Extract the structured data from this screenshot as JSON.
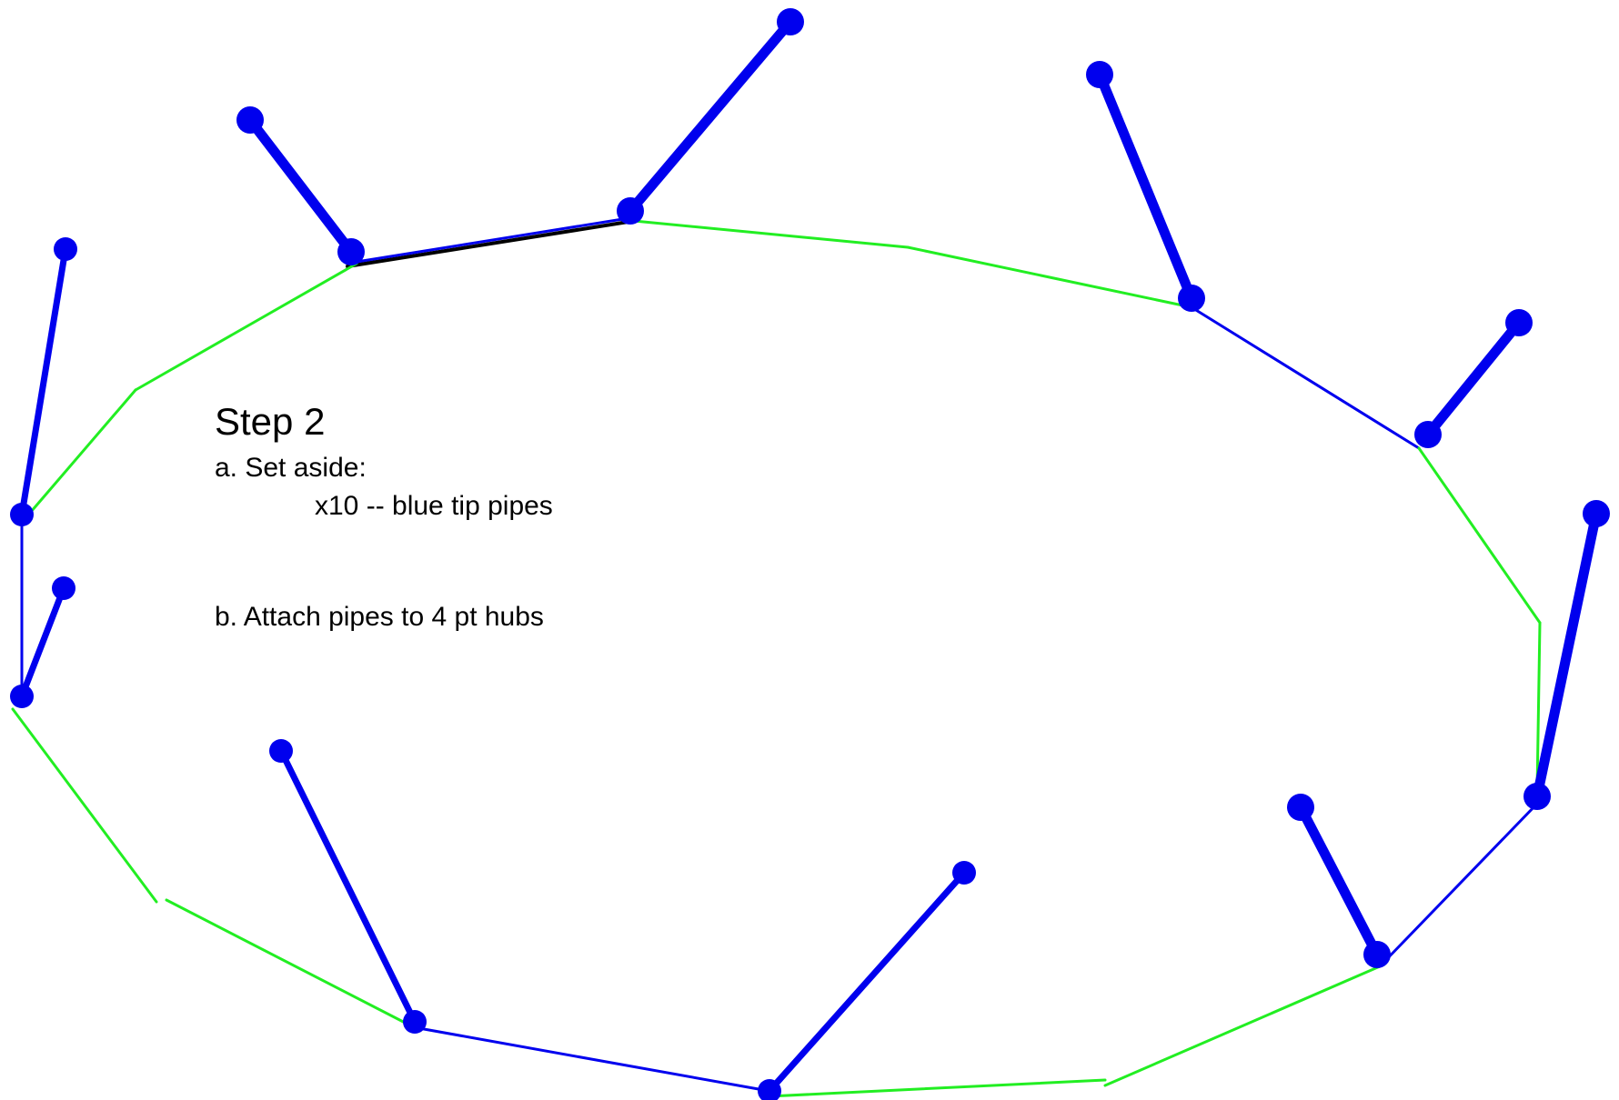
{
  "instructions": {
    "title": "Step 2",
    "step_a": "a. Set aside:",
    "step_a_item": "x10 -- blue tip pipes",
    "step_b": "b. Attach pipes to 4 pt hubs"
  },
  "colors": {
    "blue": "#0000ee",
    "green": "#22ee22",
    "black": "#000000"
  }
}
